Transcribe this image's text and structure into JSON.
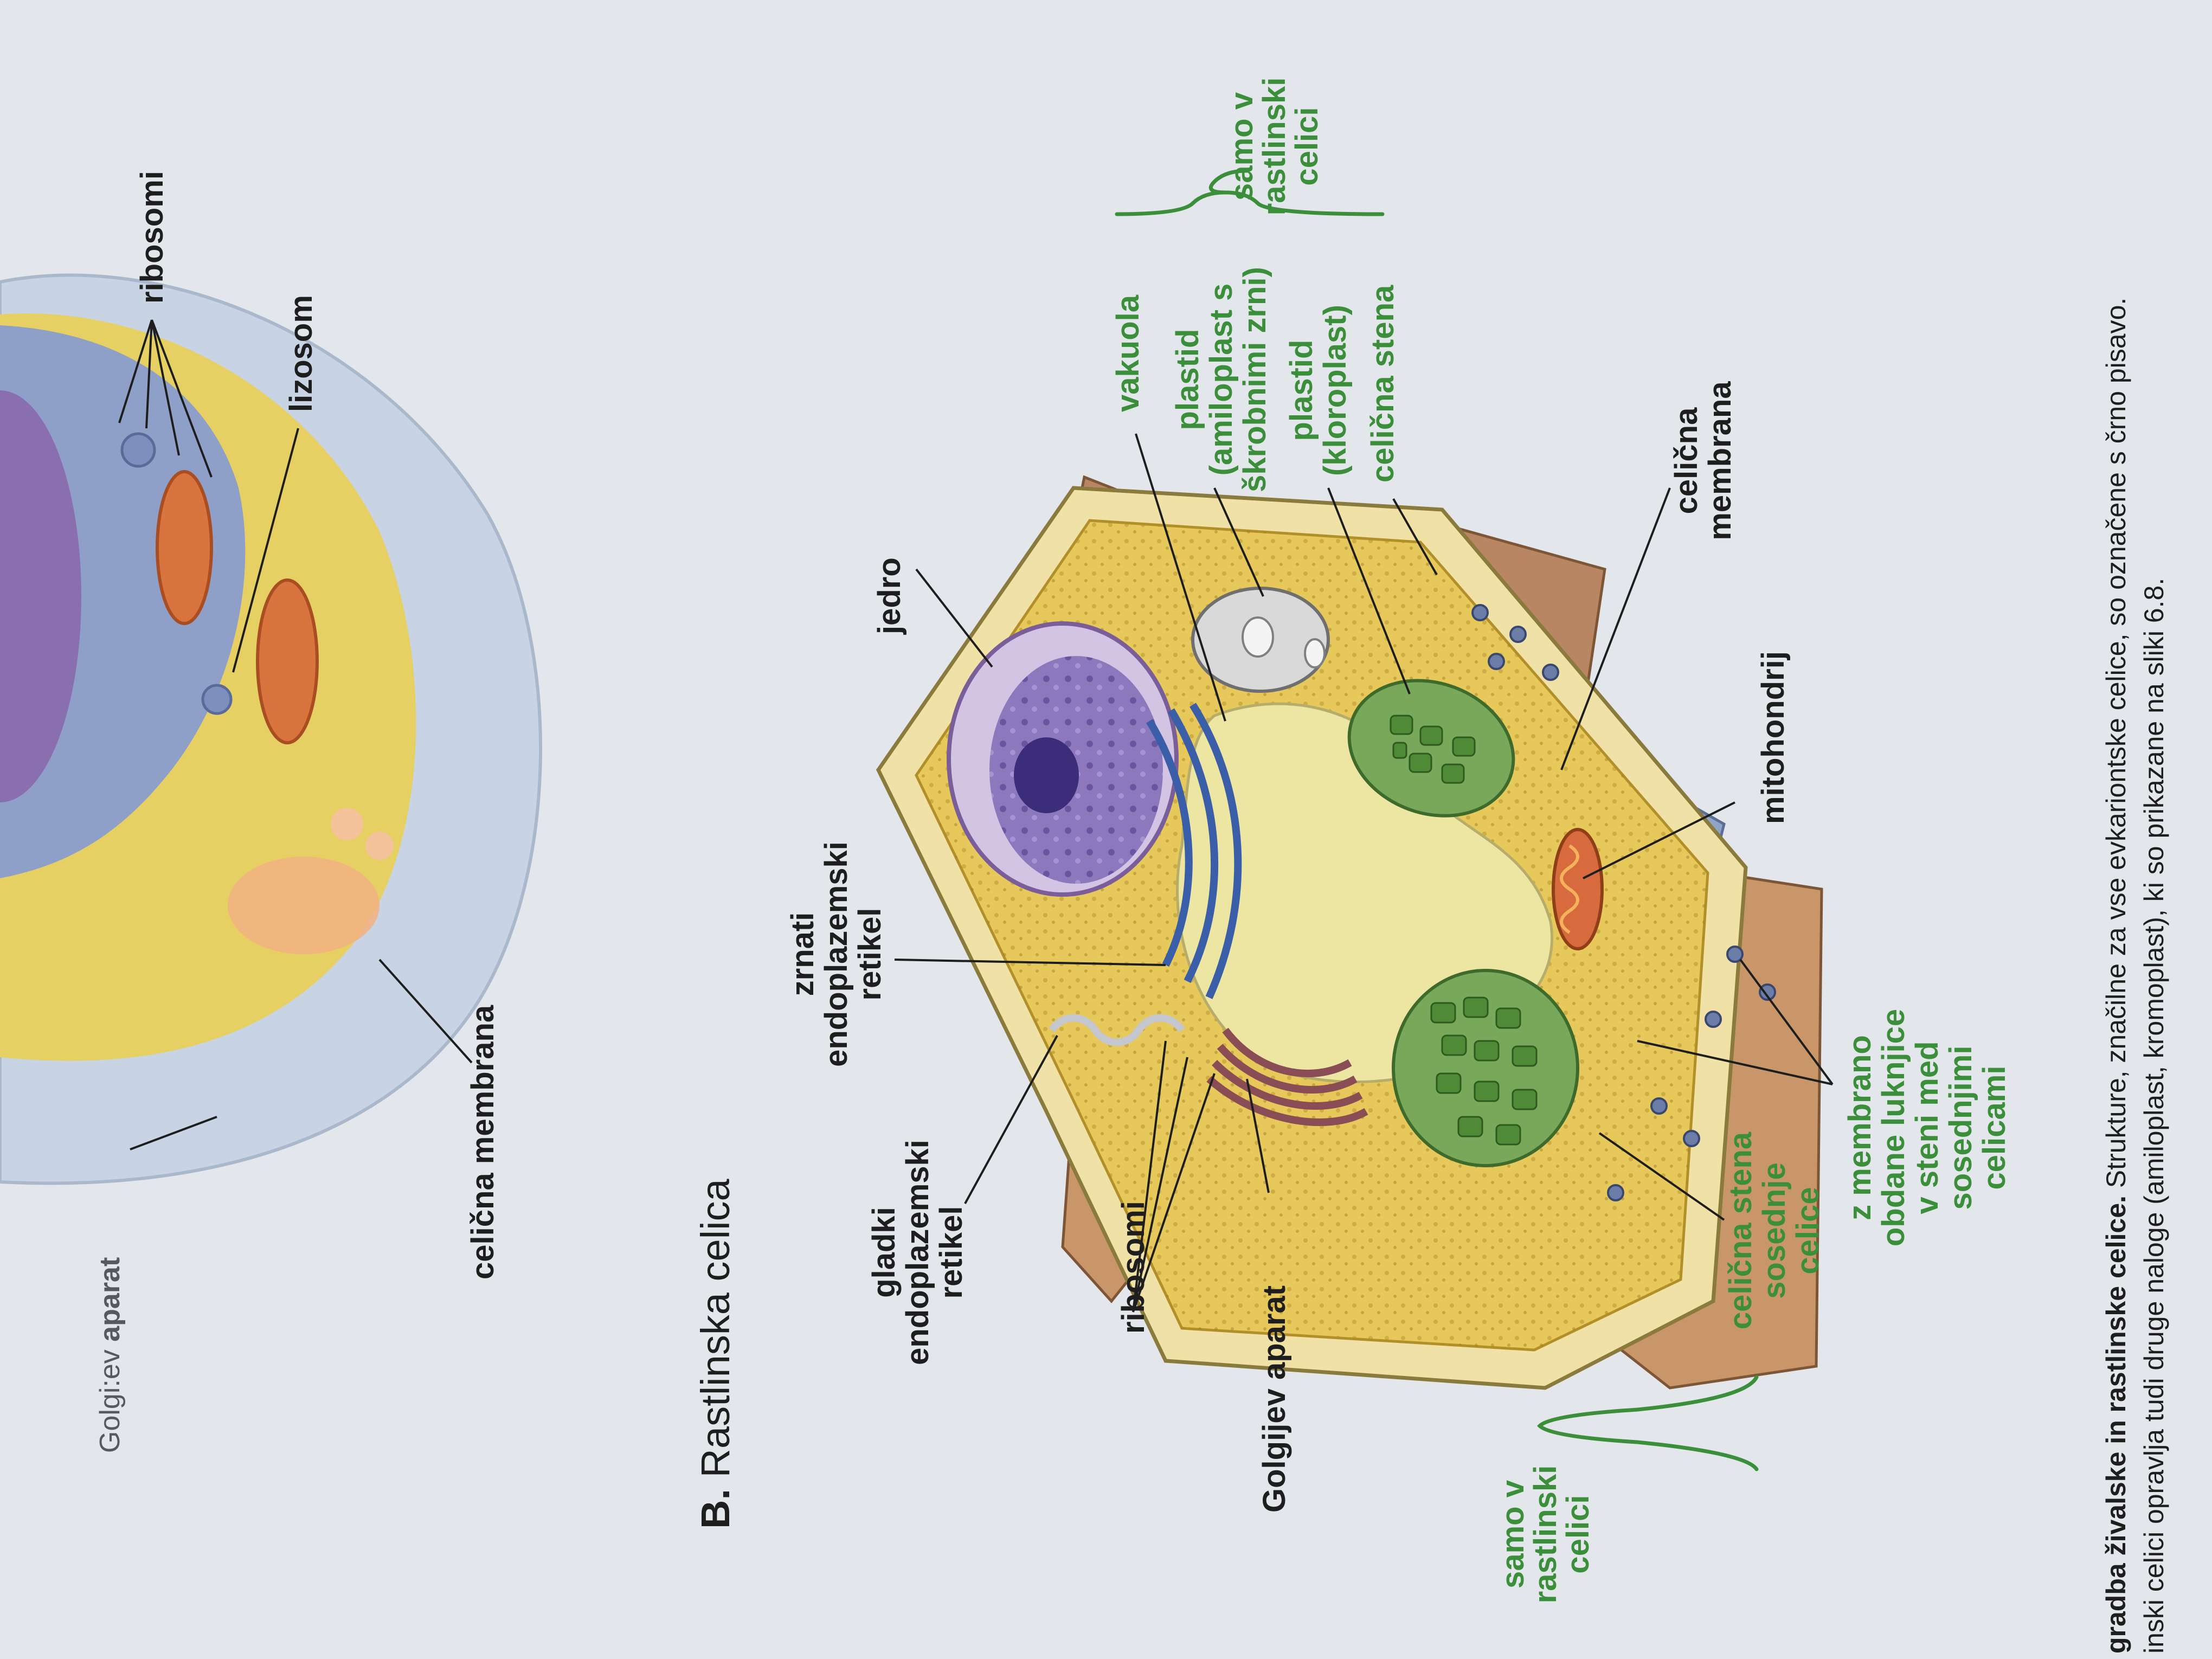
{
  "animal_cell_labels": {
    "ribosomes": "ribosomi",
    "lysosome": "lizosom",
    "golgi_prefix": "Golg",
    "golgi_garbled": "i:ev",
    "golgi_suffix": "aparat",
    "cell_membrane": "celična membrana"
  },
  "plant_section": {
    "letter": "B.",
    "title": "Rastlinska celica"
  },
  "plant_labels": {
    "nucleus": "jedro",
    "rough_er": [
      "zrnati",
      "endoplazemski",
      "retikel"
    ],
    "smooth_er": [
      "gladki",
      "endoplazemski",
      "retikel"
    ],
    "ribosomes": "ribosomi",
    "golgi": "Golgijev aparat",
    "mitochondrion": "mitohondrij",
    "cell_membrane": [
      "celična",
      "membrana"
    ],
    "vacuole": "vakuola",
    "amyloplast": [
      "plastid",
      "(amiloplast s",
      "škrobnimi zrni)"
    ],
    "chloroplast": [
      "plastid",
      "(kloroplast)"
    ],
    "cell_wall": "celična stena",
    "neighbor_wall": [
      "celična stena",
      "sosednje",
      "celice"
    ],
    "plasmodesmata": [
      "z membrano",
      "obdane luknjice",
      "v steni med",
      "sosednjimi",
      "celicami"
    ],
    "only_plant_top": [
      "samo v",
      "rastlinski",
      "celici"
    ],
    "only_plant_bottom": [
      "samo v",
      "rastlinski",
      "celici"
    ]
  },
  "caption": {
    "bold_part": "gradba živalske in rastlinske celice.",
    "line1_rest": " Strukture, značilne za vse evkariontske celice, so označene s črno pisavo.",
    "line2": "inski celici opravlja tudi druge naloge (amiloplast, kromoplast), ki so prikazane na sliki 6.8."
  },
  "colors": {
    "page": "#e3e6ea",
    "label_green": "#3c8f3a",
    "cytoplasm": "#e6c95a",
    "cell_wall": "#f0e2a6",
    "neighbor_wall": "#b98663",
    "nucleus": "#8a74b8",
    "vacuole": "#ede6a3",
    "chloroplast": "#78a85a",
    "mitochondrion": "#d86b3e",
    "animal_cytoplasm": "#8e9fc8"
  }
}
